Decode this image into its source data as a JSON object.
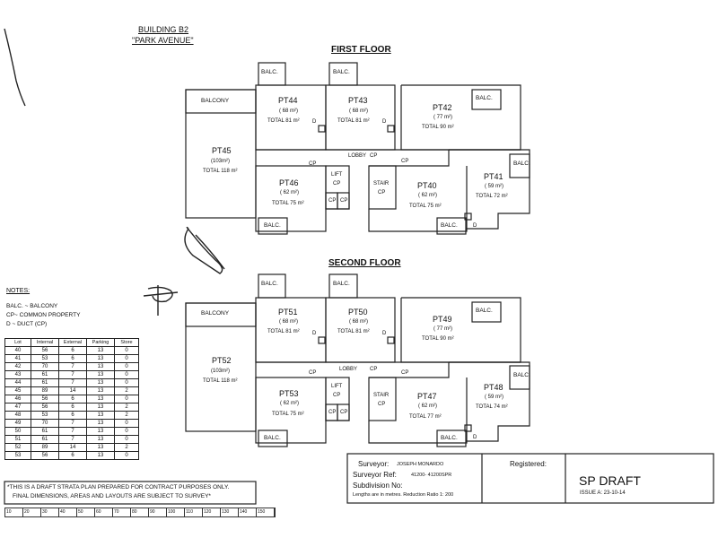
{
  "title": {
    "building": "BUILDING B2",
    "name": "\"PARK AVENUE\""
  },
  "floors": [
    {
      "heading": "FIRST FLOOR",
      "lots": [
        {
          "id": "PT44",
          "area": "( 68 m²)",
          "total": "TOTAL  81 m²"
        },
        {
          "id": "PT43",
          "area": "( 68 m²)",
          "total": "TOTAL  81 m²"
        },
        {
          "id": "PT42",
          "area": "( 77 m²)",
          "total": "TOTAL  90 m²"
        },
        {
          "id": "PT45",
          "area": "(103m²)",
          "total": "TOTAL 118 m²"
        },
        {
          "id": "PT46",
          "area": "( 62 m²)",
          "total": "TOTAL 75 m²"
        },
        {
          "id": "PT40",
          "area": "( 62 m²)",
          "total": "TOTAL 75 m²"
        },
        {
          "id": "PT41",
          "area": "( 59 m²)",
          "total": "TOTAL 72 m²"
        }
      ]
    },
    {
      "heading": "SECOND FLOOR",
      "lots": [
        {
          "id": "PT51",
          "area": "( 68 m²)",
          "total": "TOTAL  81 m²"
        },
        {
          "id": "PT50",
          "area": "( 68 m²)",
          "total": "TOTAL  81 m²"
        },
        {
          "id": "PT49",
          "area": "( 77 m²)",
          "total": "TOTAL  90 m²"
        },
        {
          "id": "PT52",
          "area": "(103m²)",
          "total": "TOTAL 118 m²"
        },
        {
          "id": "PT53",
          "area": "( 62 m²)",
          "total": "TOTAL 75 m²"
        },
        {
          "id": "PT47",
          "area": "( 62 m²)",
          "total": "TOTAL 77 m²"
        },
        {
          "id": "PT48",
          "area": "( 59 m²)",
          "total": "TOTAL 74 m²"
        }
      ]
    }
  ],
  "labels": {
    "balc": "BALC.",
    "balcony": "BALCONY",
    "lobby": "LOBBY",
    "cp": "CP",
    "lift": "LIFT",
    "stair": "STAIR",
    "d": "D"
  },
  "notes": {
    "heading": "NOTES:",
    "items": [
      "BALC. ~ BALCONY",
      "CP~ COMMON PROPERTY",
      "D ~ DUCT (CP)"
    ]
  },
  "lot_table": {
    "headers": [
      "Lot",
      "Internal",
      "External",
      "Parking",
      "Store"
    ],
    "rows": [
      [
        "40",
        "56",
        "6",
        "13",
        "0"
      ],
      [
        "41",
        "53",
        "6",
        "13",
        "0"
      ],
      [
        "42",
        "70",
        "7",
        "13",
        "0"
      ],
      [
        "43",
        "61",
        "7",
        "13",
        "0"
      ],
      [
        "44",
        "61",
        "7",
        "13",
        "0"
      ],
      [
        "45",
        "89",
        "14",
        "13",
        "2"
      ],
      [
        "46",
        "56",
        "6",
        "13",
        "0"
      ],
      [
        "47",
        "56",
        "6",
        "13",
        "2"
      ],
      [
        "48",
        "53",
        "6",
        "13",
        "2"
      ],
      [
        "49",
        "70",
        "7",
        "13",
        "0"
      ],
      [
        "50",
        "61",
        "7",
        "13",
        "0"
      ],
      [
        "51",
        "61",
        "7",
        "13",
        "0"
      ],
      [
        "52",
        "89",
        "14",
        "13",
        "2"
      ],
      [
        "53",
        "56",
        "6",
        "13",
        "0"
      ]
    ]
  },
  "disclaimer": [
    "*THIS IS A DRAFT STRATA PLAN PREPARED FOR CONTRACT PURPOSES ONLY.",
    "FINAL DIMENSIONS, AREAS AND LAYOUTS ARE SUBJECT TO SURVEY*"
  ],
  "ruler": [
    "10",
    "20",
    "30",
    "40",
    "50",
    "60",
    "70",
    "80",
    "90",
    "100",
    "110",
    "120",
    "130",
    "140",
    "150"
  ],
  "title_block": {
    "surveyor_label": "Surveyor:",
    "surveyor_value": "JOSEPH MONARDO",
    "ref_label": "Surveyor Ref:",
    "ref_value": "41200- 41200SPR",
    "subdivision_label": "Subdivision No:",
    "scale_note": "Lengths are in metres. Reduction Ratio 1: 200",
    "registered_label": "Registered:",
    "plan_type": "SP  DRAFT",
    "issue": "ISSUE A: 23-10-14"
  }
}
